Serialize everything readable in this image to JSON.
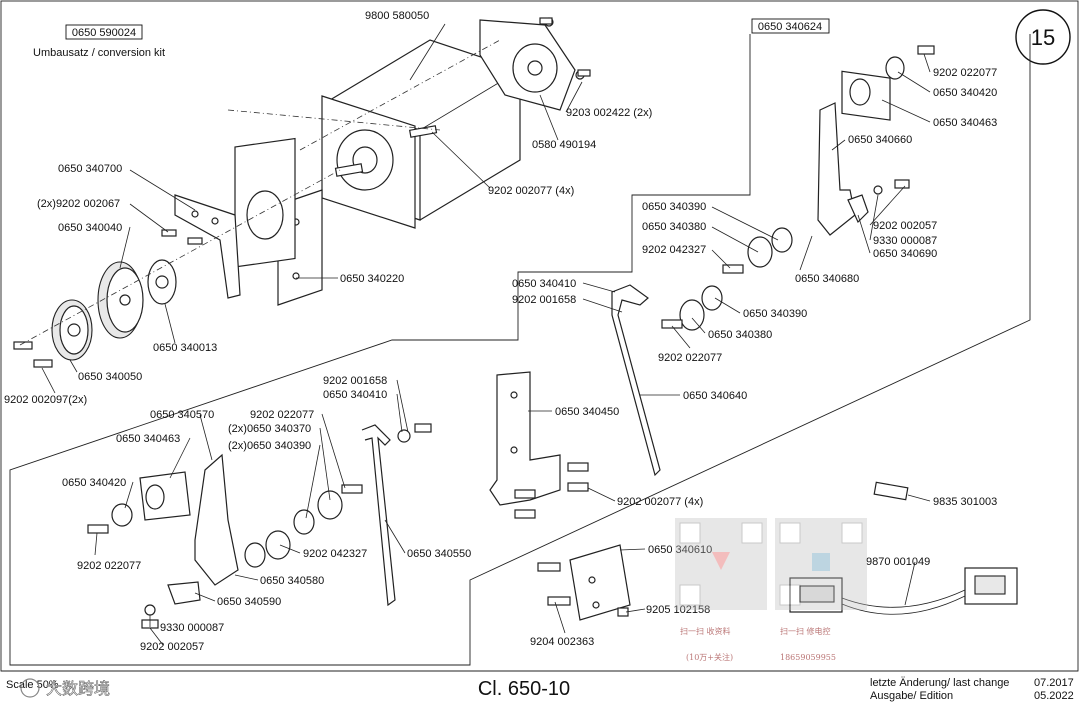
{
  "page_number": "15",
  "kits": {
    "conversion_kit_number": "0650 590024",
    "conversion_kit_text": "Umbausatz / conversion kit",
    "upper_right_group_number": "0650 340624"
  },
  "labels": {
    "motor": "9800 580050",
    "gearmotor": "0580 490194",
    "gearmotor_screw": "9203 002422 (2x)",
    "motor_screw": "9202 002077 (4x)",
    "bracket_upper": "0650 340700",
    "screw_2067": "(2x)9202 002067",
    "pulley_large": "0650 340040",
    "hub": "0650 340013",
    "pulley_small": "0650 340050",
    "screw_2097": "9202 002097(2x)",
    "motor_plate": "0650 340220",
    "r_screw_top": "9202 022077",
    "r_bushing": "0650 340420",
    "r_block": "0650 340463",
    "r_lever": "0650 340660",
    "r_nut": "9202 002057",
    "r_washer": "9330 000087",
    "r_link_small": "0650 340690",
    "r_spacer_a": "0650 340390",
    "r_bolt_a": "0650 340380",
    "r_screw_b": "9202 042327",
    "r_rod_end": "0650 340680",
    "r_link_top": "0650 340410",
    "r_screw_c": "9202 001658",
    "r_spacer_b": "0650 340390",
    "r_bolt_b": "0650 340380",
    "r_screw_d": "9202 022077",
    "r_rod": "0650 340640",
    "angle_bracket": "0650 340450",
    "bracket_screws": "9202 002077 (4x)",
    "l_screw_top": "9202 001658",
    "l_link_top": "0650 340410",
    "l_lever": "0650 340570",
    "l_screw_a": "9202 022077",
    "l_block": "0650 340463",
    "l_spacer_2x": "(2x)0650 340370",
    "l_bolt_2x": "(2x)0650 340390",
    "l_bushing": "0650 340420",
    "l_screw_b": "9202 022077",
    "l_screw_c": "9202 042327",
    "l_rod": "0650 340550",
    "l_link": "0650 340580",
    "l_link_small": "0650 340590",
    "l_washer": "9330 000087",
    "l_nut": "9202 002057",
    "pin": "9835 301003",
    "cable": "9870 001049",
    "plate": "0650 340610",
    "grub_screw": "9205 102158",
    "plate_screw": "9204 002363"
  },
  "footer": {
    "scale": "Scale 50%",
    "drawing_id": "Cl. 650-10",
    "last_change_label": "letzte Änderung/ last change",
    "last_change_date": "07.2017",
    "edition_label": "Ausgabe/ Edition",
    "edition_date": "05.2022"
  },
  "watermark": {
    "caption_left": "扫一扫 收资料",
    "sub_left": "(10万+关注)",
    "caption_right": "扫一扫 修电控",
    "sub_right": "18659059955",
    "brand": "大数跨境"
  }
}
